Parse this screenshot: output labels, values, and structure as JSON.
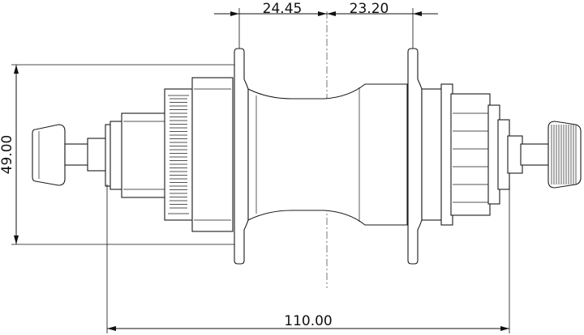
{
  "dimensions": {
    "left_flange_offset": "24.45",
    "right_flange_offset": "23.20",
    "flange_diameter": "49.00",
    "axle_width": "110.00"
  }
}
